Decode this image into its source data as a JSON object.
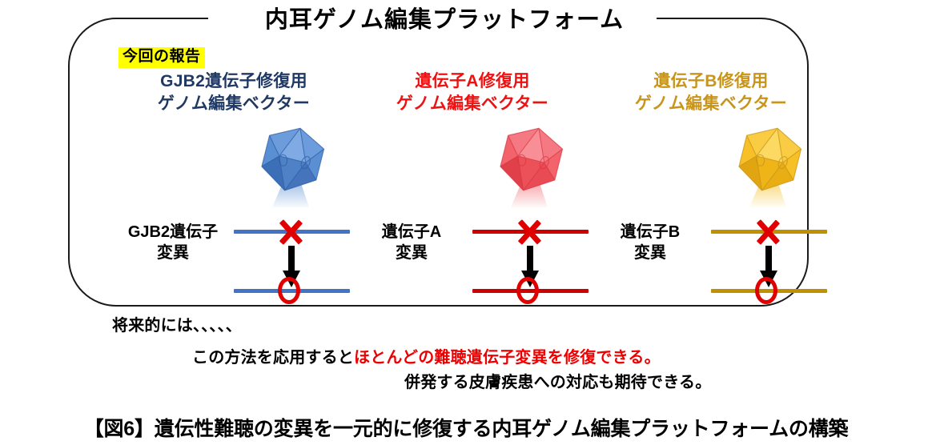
{
  "platform": {
    "title": "内耳ゲノム編集プラットフォーム",
    "report_tag": "今回の報告"
  },
  "colors": {
    "gjb2_heading": "#1F3864",
    "gene_a_heading": "#EE1111",
    "gene_b_heading": "#C8951A",
    "gjb2_line": "#4472C4",
    "gene_a_line": "#CC0000",
    "gene_b_line": "#BF9000",
    "marker_red": "#E00000",
    "arrow_black": "#000000",
    "highlight_yellow": "#FFFF00",
    "capsid_blue": "#5B8FD4",
    "capsid_red": "#F2636B",
    "capsid_gold": "#F6C026"
  },
  "columns": [
    {
      "heading_line1": "GJB2遺伝子修復用",
      "heading_line2": "ゲノム編集ベクター",
      "heading_color": "#1F3864",
      "capsid_color": "#5B8FD4",
      "capsid_shade": "#3C6FB8",
      "capsid_light": "#9CC0EA",
      "beam_color": "#5B8FD4",
      "gene_label_line1": "GJB2遺伝子",
      "gene_label_line2": "変異",
      "gene_line_color": "#4472C4"
    },
    {
      "heading_line1": "遺伝子A修復用",
      "heading_line2": "ゲノム編集ベクター",
      "heading_color": "#EE1111",
      "capsid_color": "#F2636B",
      "capsid_shade": "#E04049",
      "capsid_light": "#FAA9AE",
      "beam_color": "#F2636B",
      "gene_label_line1": "遺伝子A",
      "gene_label_line2": "変異",
      "gene_line_color": "#CC0000"
    },
    {
      "heading_line1": "遺伝子B修復用",
      "heading_line2": "ゲノム編集ベクター",
      "heading_color": "#C8951A",
      "capsid_color": "#F6C026",
      "capsid_shade": "#E0A510",
      "capsid_light": "#FBDF8C",
      "beam_color": "#F6C026",
      "gene_label_line1": "遺伝子B",
      "gene_label_line2": "変異",
      "gene_line_color": "#BF9000"
    }
  ],
  "future": {
    "line1": "将来的には、、、、、",
    "line2_black": "この方法を応用すると",
    "line2_red": "ほとんどの難聴遺伝子変異を修復できる。",
    "line3": "併発する皮膚疾患への対応も期待できる。"
  },
  "caption": {
    "text": "【図6】遺伝性難聴の変異を一元的に修復する内耳ゲノム編集プラットフォームの構築"
  }
}
